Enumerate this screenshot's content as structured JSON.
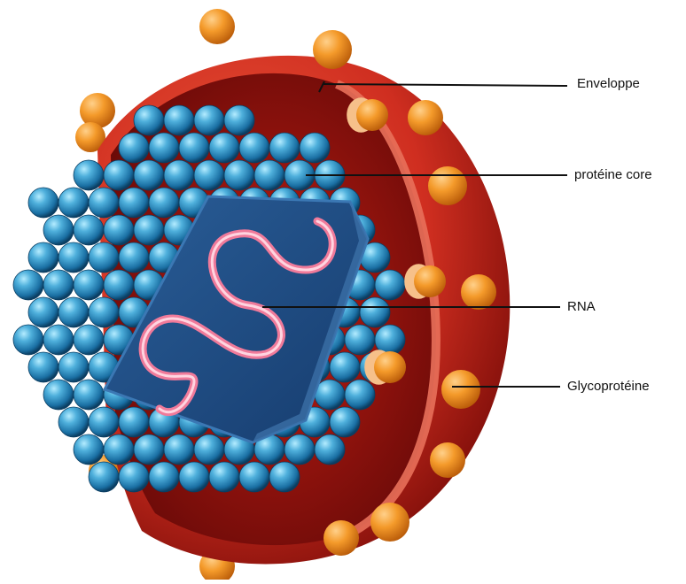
{
  "diagram": {
    "labels": {
      "envelope": "Enveloppe",
      "core_protein": "protéine core",
      "rna": "RNA",
      "glycoprotein": "Glycoprotéine"
    },
    "colors": {
      "envelope_outer": "#cf2e20",
      "envelope_inner": "#8a1010",
      "envelope_rim": "#e8705a",
      "core_sphere": "#2f97c4",
      "core_sphere_light": "#8fd6f0",
      "core_sphere_dark": "#0d4f78",
      "capsid_panel": "#1e4f86",
      "rna_strand": "#f07a9a",
      "glycoprotein_knob": "#f08a1c",
      "glycoprotein_base": "#f6c08a",
      "leader_line": "#111111"
    }
  }
}
